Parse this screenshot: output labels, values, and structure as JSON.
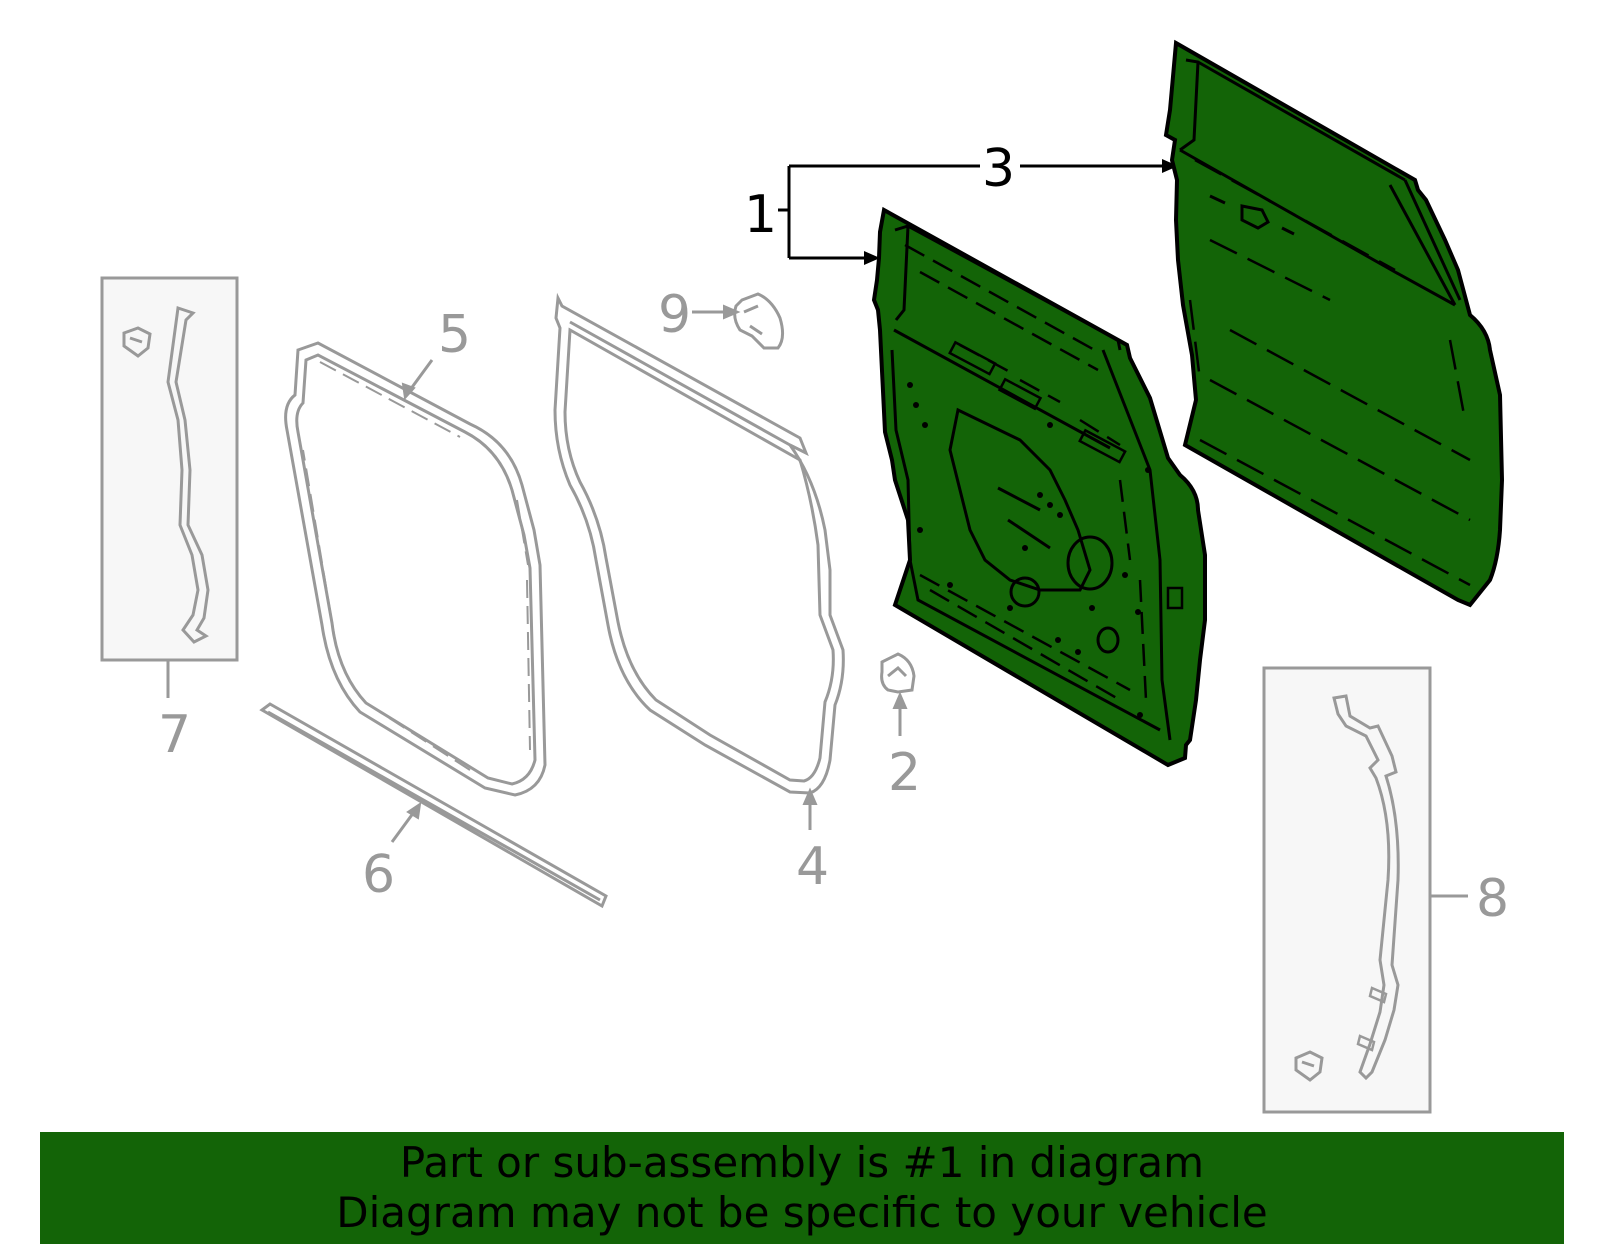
{
  "callouts": [
    {
      "id": "1",
      "label": "1",
      "state": "active"
    },
    {
      "id": "2",
      "label": "2",
      "state": "muted"
    },
    {
      "id": "3",
      "label": "3",
      "state": "active"
    },
    {
      "id": "4",
      "label": "4",
      "state": "muted"
    },
    {
      "id": "5",
      "label": "5",
      "state": "muted"
    },
    {
      "id": "6",
      "label": "6",
      "state": "muted"
    },
    {
      "id": "7",
      "label": "7",
      "state": "muted"
    },
    {
      "id": "8",
      "label": "8",
      "state": "muted"
    },
    {
      "id": "9",
      "label": "9",
      "state": "muted"
    }
  ],
  "banner": {
    "line1": "Part or sub-assembly is #1 in diagram",
    "line2": "Diagram may not be specific to your vehicle"
  },
  "colors": {
    "highlight_fill": "#136407",
    "highlight_stroke": "#000000",
    "muted_stroke": "#999999",
    "box_fill": "#f7f7f7",
    "banner_bg": "#136407"
  }
}
